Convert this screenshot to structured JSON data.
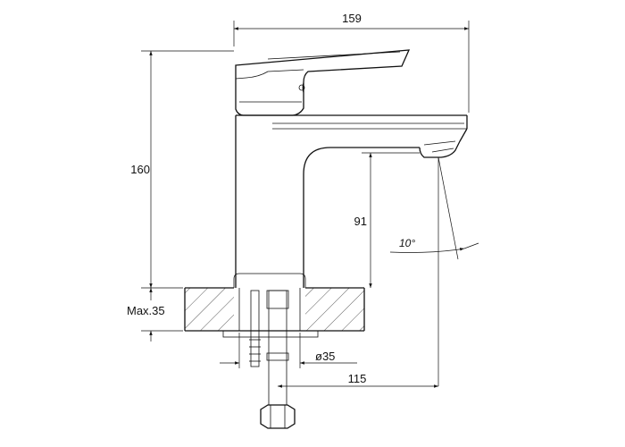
{
  "dimensions": {
    "overall_width": "159",
    "overall_height": "160",
    "spout_clearance": "91",
    "spout_angle": "10°",
    "max_counter_thickness": "Max.35",
    "hole_diameter": "ø35",
    "spout_reach": "115"
  }
}
